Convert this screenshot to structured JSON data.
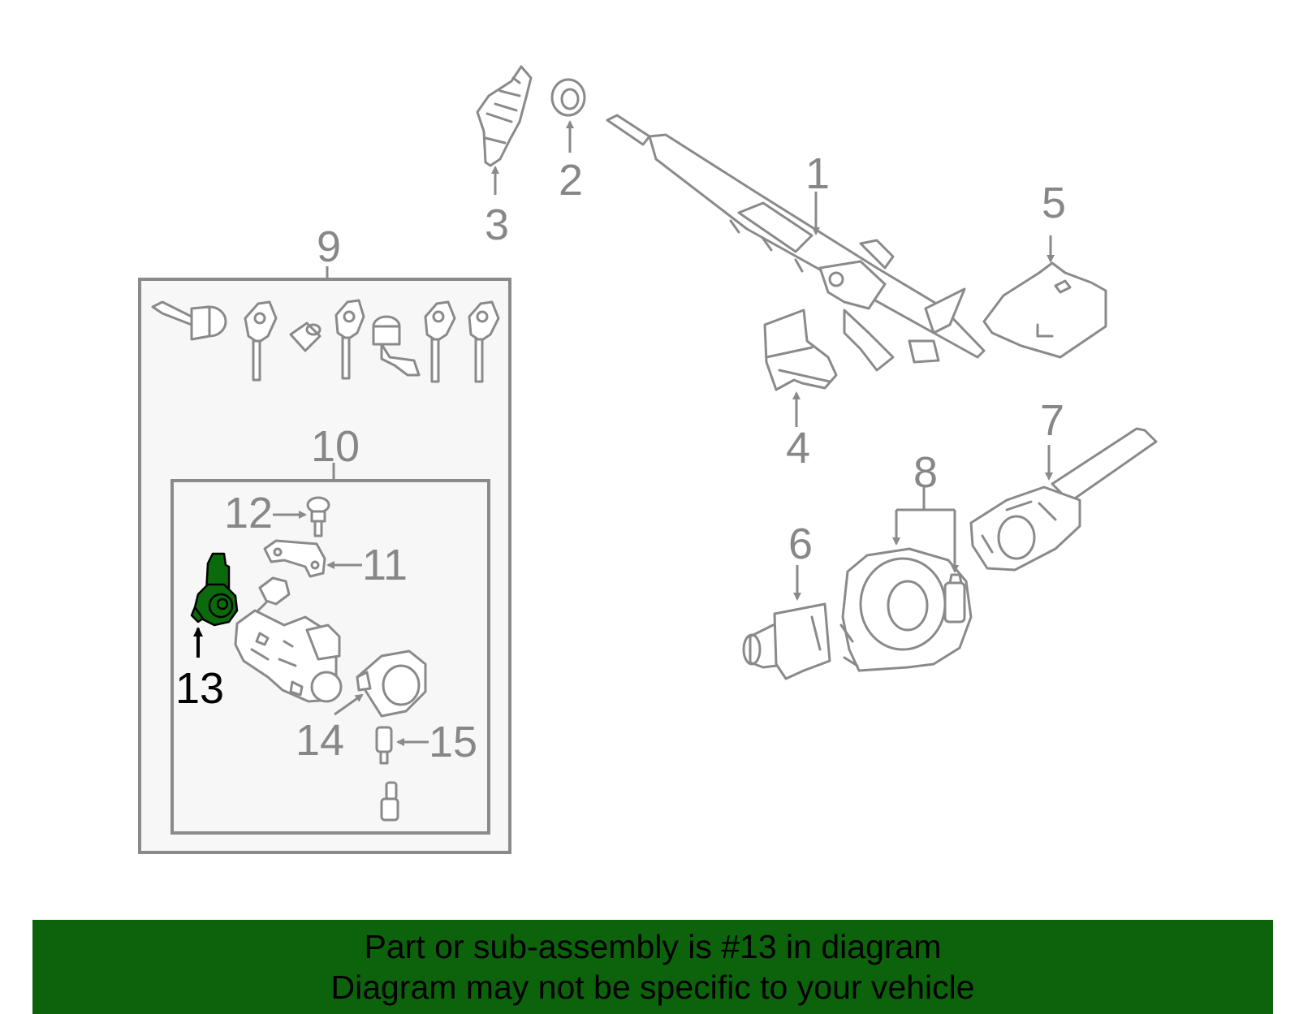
{
  "diagram": {
    "callouts": [
      {
        "id": "1",
        "text": "1"
      },
      {
        "id": "2",
        "text": "2"
      },
      {
        "id": "3",
        "text": "3"
      },
      {
        "id": "4",
        "text": "4"
      },
      {
        "id": "5",
        "text": "5"
      },
      {
        "id": "6",
        "text": "6"
      },
      {
        "id": "7",
        "text": "7"
      },
      {
        "id": "8",
        "text": "8"
      },
      {
        "id": "9",
        "text": "9"
      },
      {
        "id": "10",
        "text": "10"
      },
      {
        "id": "11",
        "text": "11"
      },
      {
        "id": "12",
        "text": "12"
      },
      {
        "id": "13",
        "text": "13"
      },
      {
        "id": "14",
        "text": "14"
      },
      {
        "id": "15",
        "text": "15"
      }
    ],
    "highlighted_part": "13"
  },
  "banner": {
    "line1": "Part or sub-assembly is #13 in diagram",
    "line2": "Diagram may not be specific to your vehicle"
  },
  "colors": {
    "highlight": "#0b6a0b",
    "banner": "#0c630c",
    "linework": "#8a8a8a"
  }
}
